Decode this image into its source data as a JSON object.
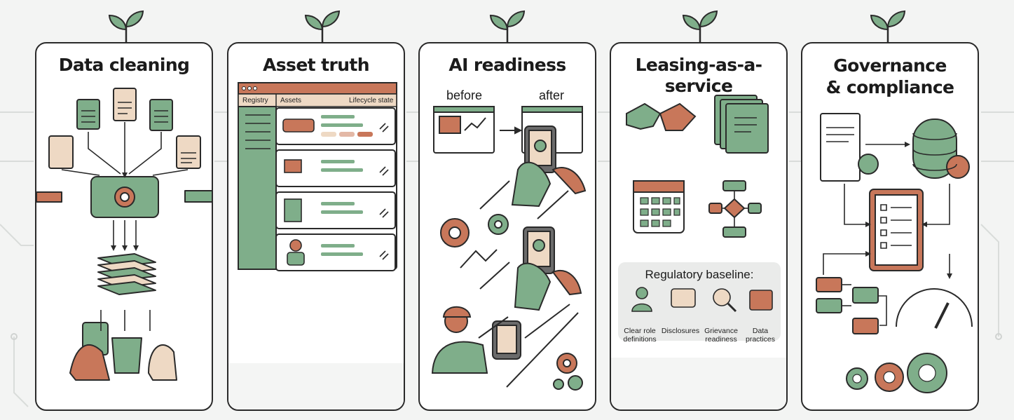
{
  "panels": [
    {
      "title": "Data cleaning"
    },
    {
      "title": "Asset truth",
      "registry_header": "Registry",
      "assets_header": "Assets",
      "lifecycle_header": "Lifecycle state"
    },
    {
      "title": "AI readiness",
      "before_label": "before",
      "after_label": "after"
    },
    {
      "title": "Leasing-as-a-service",
      "baseline": {
        "title": "Regulatory baseline:",
        "items": [
          "Clear role definitions",
          "Disclosures",
          "Grievance readiness",
          "Data practices"
        ]
      }
    },
    {
      "title": "Governance & compliance"
    }
  ],
  "colors": {
    "green": "#7fae8a",
    "terracotta": "#c8775a",
    "outline": "#2a2a2a",
    "beige": "#eed9c4"
  }
}
